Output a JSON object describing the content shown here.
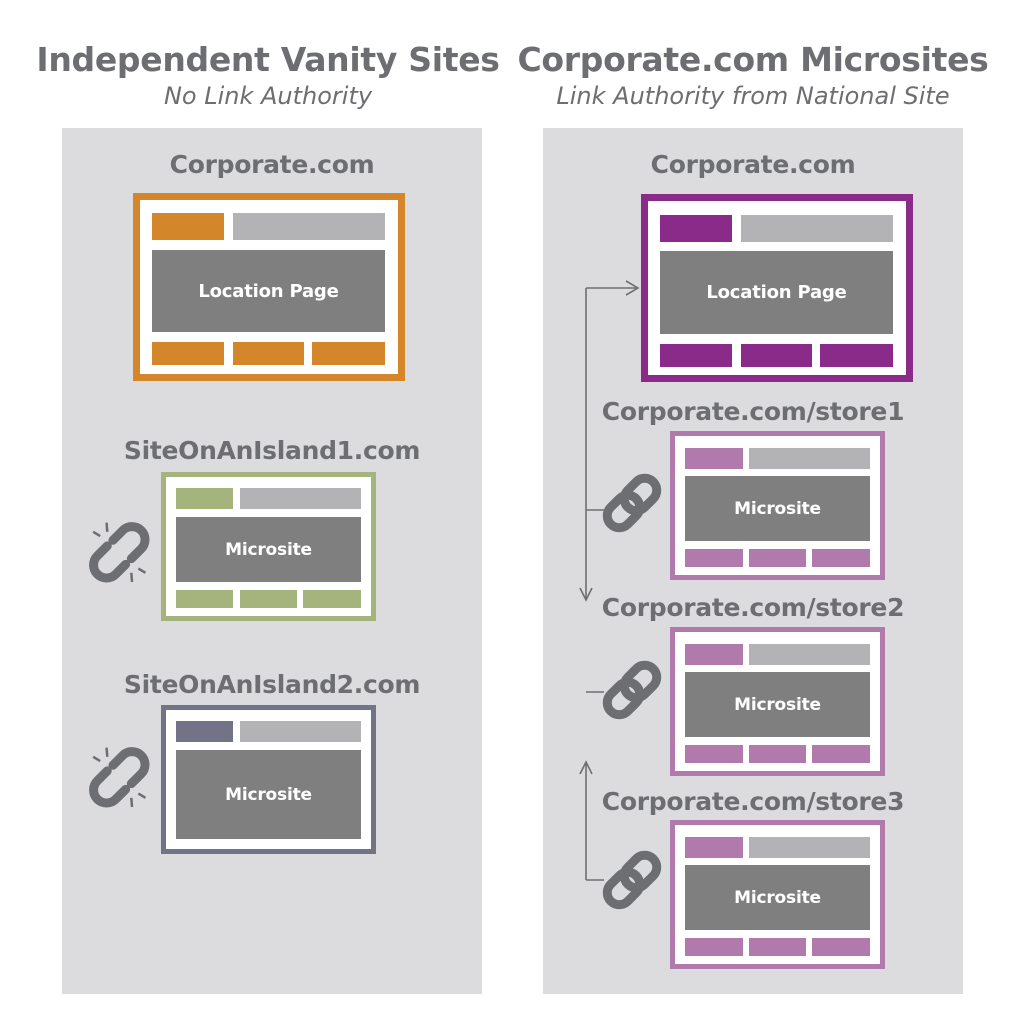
{
  "left": {
    "title": "Independent Vanity Sites",
    "subtitle": "No Link Authority",
    "sites": [
      {
        "label": "Corporate.com",
        "content": "Location Page",
        "color": "#d4862a"
      },
      {
        "label": "SiteOnAnIsland1.com",
        "content": "Microsite",
        "color": "#a5b37d"
      },
      {
        "label": "SiteOnAnIsland2.com",
        "content": "Microsite",
        "color": "#727387"
      }
    ]
  },
  "right": {
    "title": "Corporate.com Microsites",
    "subtitle": "Link Authority from National Site",
    "sites": [
      {
        "label": "Corporate.com",
        "content": "Location Page",
        "color": "#8a2a89"
      },
      {
        "label": "Corporate.com/store1",
        "content": "Microsite",
        "color": "#b07aad"
      },
      {
        "label": "Corporate.com/store2",
        "content": "Microsite",
        "color": "#b07aad"
      },
      {
        "label": "Corporate.com/store3",
        "content": "Microsite",
        "color": "#b07aad"
      }
    ]
  },
  "icons": {
    "broken_link": "broken-link-icon",
    "link": "link-icon",
    "link_color": "#6d6e71",
    "panel_color": "#dcdcde"
  }
}
